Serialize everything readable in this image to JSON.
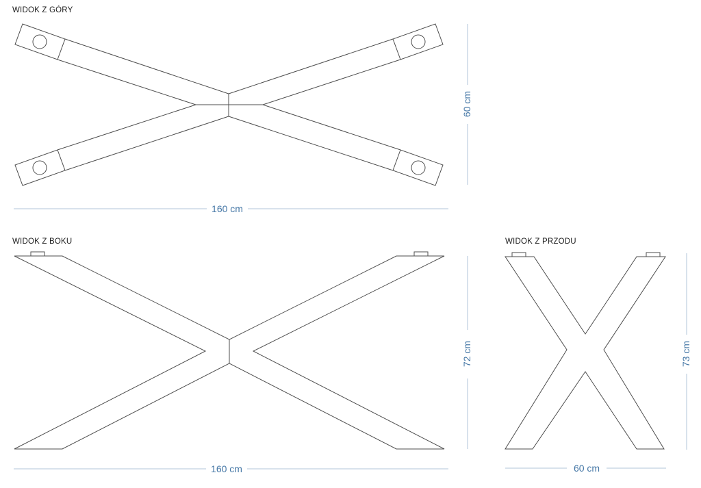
{
  "views": {
    "top": {
      "label": "WIDOK Z GÓRY",
      "width_dim": "160 cm",
      "height_dim": "60 cm"
    },
    "side": {
      "label": "WIDOK Z BOKU",
      "width_dim": "160 cm",
      "height_dim": "72 cm"
    },
    "front": {
      "label": "WIDOK Z PRZODU",
      "width_dim": "60 cm",
      "height_dim": "73 cm"
    }
  },
  "colors": {
    "drawing_line": "#4d4d4d",
    "dimension_line": "#b0c5d8",
    "dimension_text": "#4577a6",
    "label_text": "#1d1d1d"
  }
}
